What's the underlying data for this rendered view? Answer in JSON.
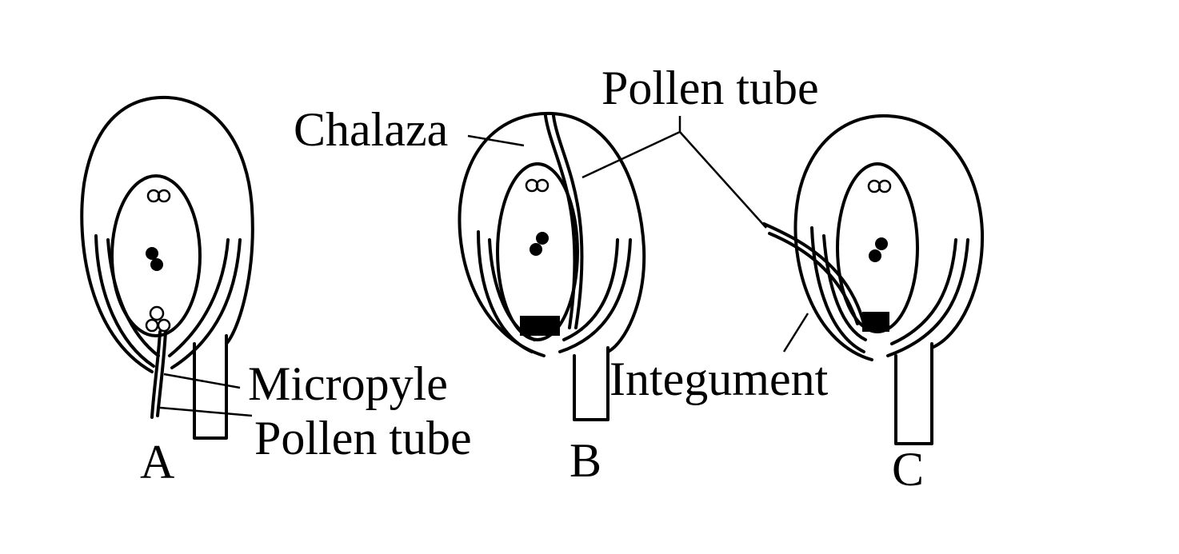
{
  "figure": {
    "labels": {
      "chalaza": "Chalaza",
      "pollen_tube_top": "Pollen tube",
      "micropyle": "Micropyle",
      "pollen_tube_a": "Pollen tube",
      "integument": "Integument"
    },
    "panels": [
      "A",
      "B",
      "C"
    ]
  }
}
